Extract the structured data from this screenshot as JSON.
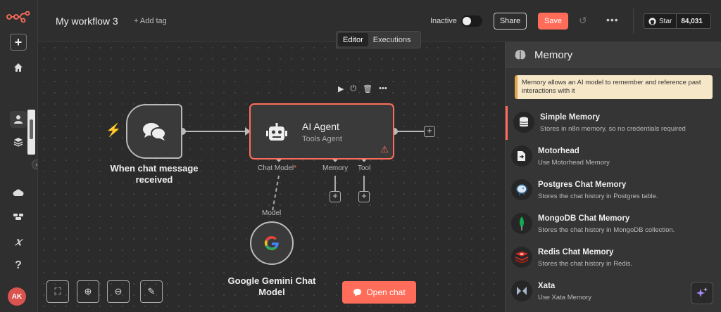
{
  "header": {
    "workflow_title": "My workflow 3",
    "add_tag_label": "+ Add tag",
    "status_label": "Inactive",
    "share_label": "Share",
    "save_label": "Save",
    "more_label": "•••",
    "github": {
      "star_label": "Star",
      "star_count": "84,031"
    }
  },
  "tabs": [
    {
      "label": "Editor",
      "active": true
    },
    {
      "label": "Executions",
      "active": false
    }
  ],
  "sidebar": {
    "avatar_initials": "AK",
    "icons": [
      "add-icon",
      "home-icon",
      "user-icon",
      "layers-icon",
      "cloud-icon",
      "templates-icon",
      "variables-icon",
      "help-icon"
    ]
  },
  "canvas": {
    "trigger_node": {
      "label": "When chat message received"
    },
    "agent_node": {
      "title": "AI Agent",
      "subtitle": "Tools Agent",
      "ports": {
        "chat_model": "Chat Model",
        "chat_model_required": "*",
        "memory": "Memory",
        "tool": "Tool"
      }
    },
    "model_port_label": "Model",
    "gemini_node": {
      "label": "Google Gemini Chat Model"
    },
    "open_chat_label": "Open chat",
    "controls": [
      "fit-view-icon",
      "zoom-in-icon",
      "zoom-out-icon",
      "clean-up-icon"
    ]
  },
  "panel": {
    "title": "Memory",
    "callout": "Memory allows an AI model to remember and reference past interactions with it",
    "items": [
      {
        "title": "Simple Memory",
        "desc": "Stores in n8n memory, so no credentials required",
        "icon": "database-icon"
      },
      {
        "title": "Motorhead",
        "desc": "Use Motorhead Memory",
        "icon": "motorhead-icon"
      },
      {
        "title": "Postgres Chat Memory",
        "desc": "Stores the chat history in Postgres table.",
        "icon": "postgres-icon"
      },
      {
        "title": "MongoDB Chat Memory",
        "desc": "Stores the chat history in MongoDB collection.",
        "icon": "mongodb-icon"
      },
      {
        "title": "Redis Chat Memory",
        "desc": "Stores the chat history in Redis.",
        "icon": "redis-icon"
      },
      {
        "title": "Xata",
        "desc": "Use Xata Memory",
        "icon": "xata-icon"
      }
    ]
  },
  "colors": {
    "accent": "#ff6d5a",
    "background": "#2b2b2b",
    "panel": "#353535"
  }
}
